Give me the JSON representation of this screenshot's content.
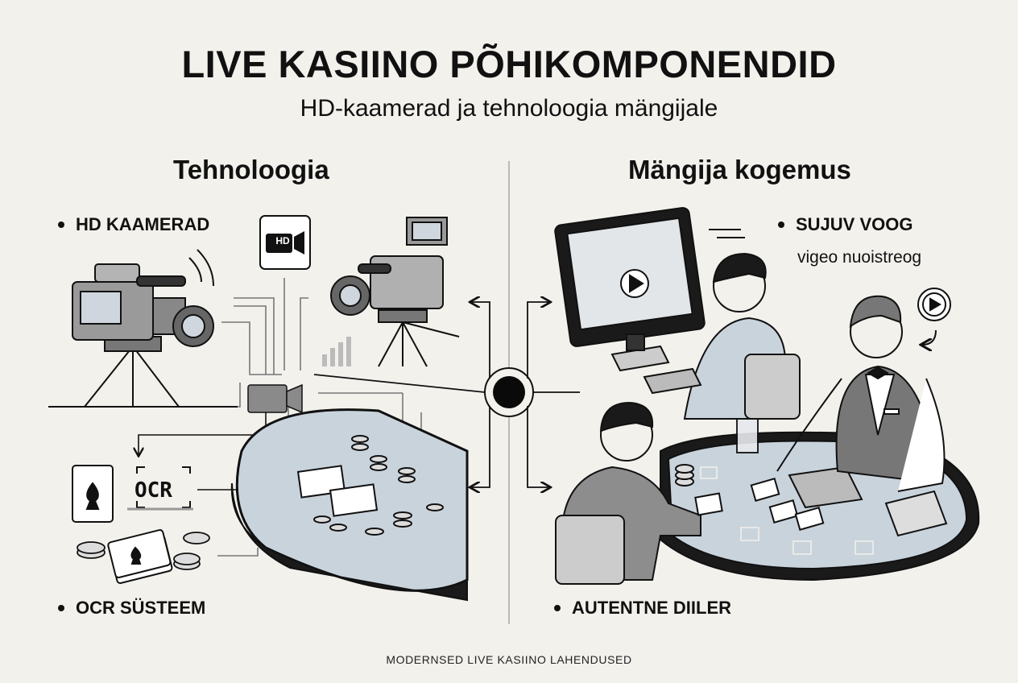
{
  "header": {
    "title": "LIVE KASIINO PÕHIKOMPONENDID",
    "subtitle": "HD-kaamerad ja tehnoloogia mängijale"
  },
  "left": {
    "heading": "Tehnoloogia",
    "bullet_top": "HD KAAMERAD",
    "bullet_bottom": "OCR SÜSTEEM",
    "hd_badge": "HD",
    "ocr_label": "OCR"
  },
  "right": {
    "heading": "Mängija kogemus",
    "bullet_top": "SUJUV VOOG",
    "bullet_top_desc": "vigeo nuoistreog",
    "bullet_bottom": "AUTENTNE DIILER"
  },
  "footer": {
    "text": "MODERNSED LIVE KASIINO LAHENDUSED"
  },
  "colors": {
    "background": "#f3f1ec",
    "ink": "#111111",
    "table_felt": "#c9d3dc",
    "grey": "#8d8d8d"
  }
}
